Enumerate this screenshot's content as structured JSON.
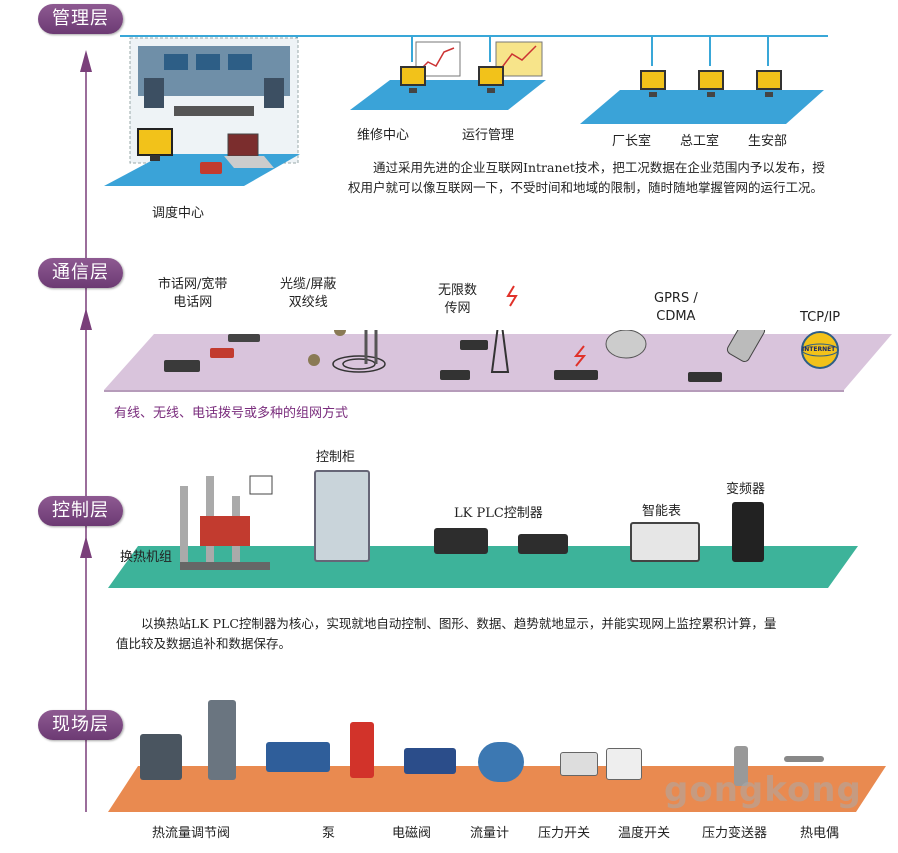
{
  "layers": {
    "management": "管理层",
    "communication": "通信层",
    "control": "控制层",
    "field": "现场层"
  },
  "management": {
    "dispatch_center": "调度中心",
    "maintenance_center": "维修中心",
    "operation_management": "运行管理",
    "factory_director_office": "厂长室",
    "chief_engineer_office": "总工室",
    "safety_department": "生安部",
    "description": "通过采用先进的企业互联网Intranet技术，把工况数据在企业范围内予以发布，授权用户就可以像互联网一下，不受时间和地域的限制，随时随地掌握管网的运行工况。"
  },
  "communication": {
    "phone_network": "市话网/宽带\n电话网",
    "fiber_cable": "光缆/屏蔽\n双绞线",
    "wireless": "无限数\n传网",
    "gprs_cdma": "GPRS /\nCDMA",
    "tcpip": "TCP/IP",
    "internet_badge": "INTERNET",
    "description": "有线、无线、电话拨号或多种的组网方式"
  },
  "control": {
    "control_cabinet": "控制柜",
    "plc": "LK PLC控制器",
    "smart_meter": "智能表",
    "inverter": "变频器",
    "heat_exchanger": "换热机组",
    "description": "以换热站LK PLC控制器为核心，实现就地自动控制、图形、数据、趋势就地显示，并能实现网上监控累积计算，量值比较及数据追补和数据保存。"
  },
  "field": {
    "items": [
      "热流量调节阀",
      "泵",
      "电磁阀",
      "流量计",
      "压力开关",
      "温度开关",
      "压力变送器",
      "热电偶"
    ]
  },
  "watermark": "gongkong",
  "colors": {
    "pill": "#7a4680",
    "arrow": "#7a3f7a",
    "line": "#39a7d8",
    "mgmt_platform": "#3aa3d8",
    "comm_platform": "#d9c4dc",
    "ctrl_platform": "#3db39a",
    "field_platform": "#e98a50",
    "purple_text": "#7a2d7d"
  }
}
